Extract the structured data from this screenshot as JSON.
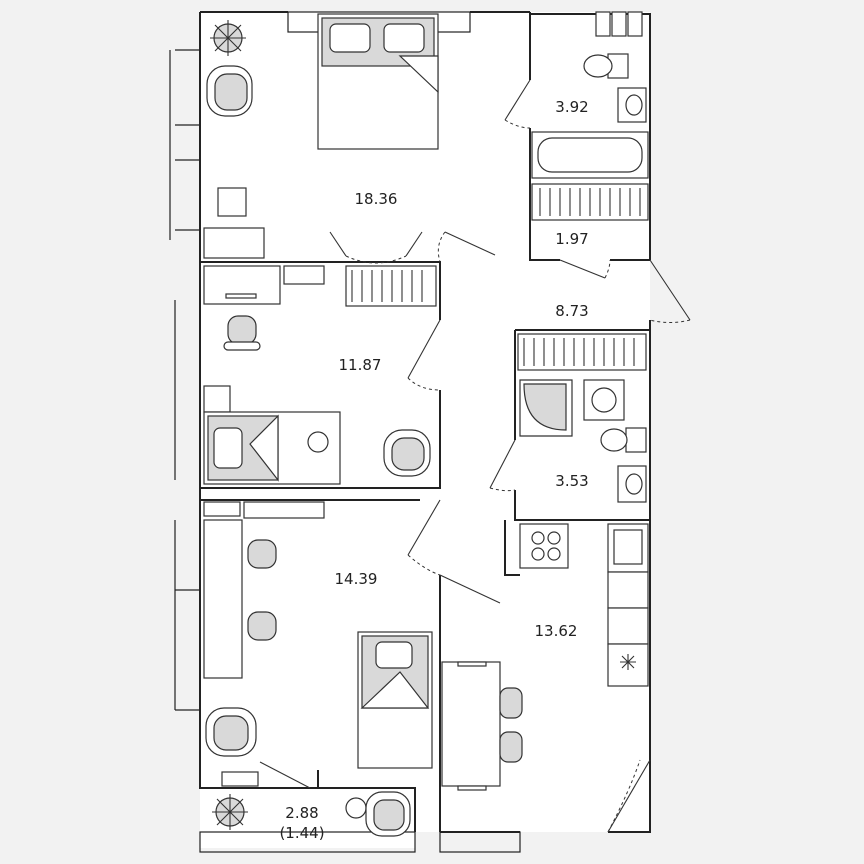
{
  "rooms": {
    "bedroom_main": {
      "area": "18.36"
    },
    "bathroom": {
      "area": "3.92"
    },
    "storage": {
      "area": "1.97"
    },
    "hallway": {
      "area": "8.73"
    },
    "bedroom_study": {
      "area": "11.87"
    },
    "shower_room": {
      "area": "3.53"
    },
    "bedroom_kids": {
      "area": "14.39"
    },
    "kitchen": {
      "area": "13.62"
    },
    "balcony": {
      "area": "2.88",
      "area_reduced": "(1.44)"
    }
  },
  "colors": {
    "background": "#f2f2f2",
    "floor": "#ffffff",
    "wall": "#222222",
    "furniture_fill": "#d9d9d9"
  }
}
